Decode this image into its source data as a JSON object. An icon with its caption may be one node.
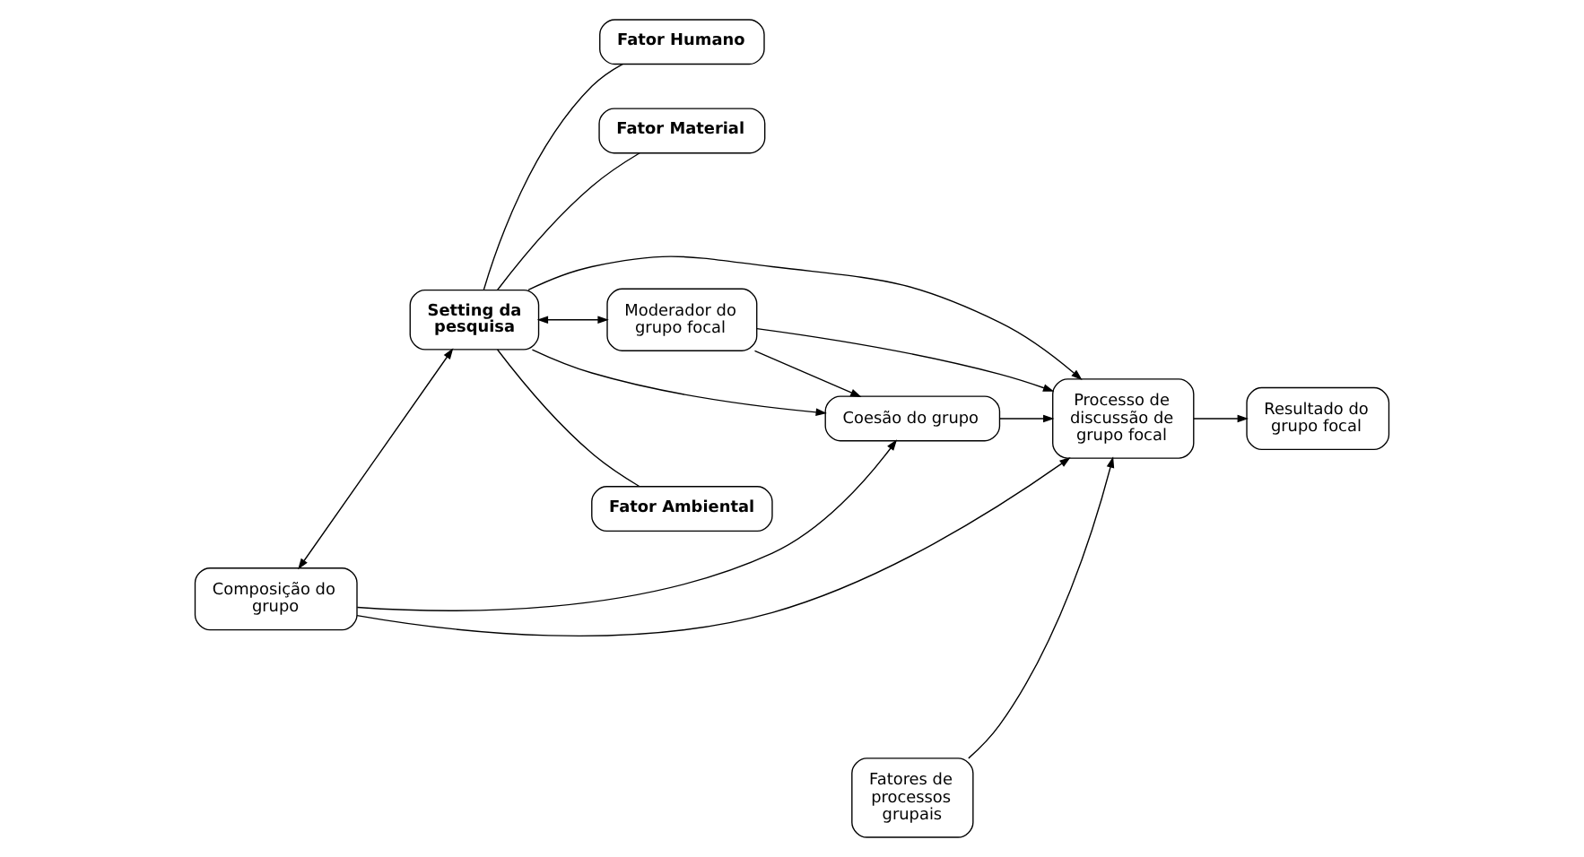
{
  "diagram": {
    "nodes": [
      {
        "text": [
          "Composição do grupo"
        ]
      },
      {
        "text": [
          "Setting da pesquisa"
        ]
      },
      {
        "text": [
          "Coesão do grupo"
        ]
      },
      {
        "text": [
          "Fatores de processos grupais"
        ]
      },
      {
        "text": [
          "Processo de discussão de grupo focal"
        ]
      },
      {
        "text": [
          "Resultado do grupo focal"
        ]
      },
      {
        "text": [
          "Moderador do grupo focal"
        ]
      },
      {
        "text": [
          "Fator Ambiental"
        ]
      },
      {
        "text": [
          "Fator Humano"
        ]
      },
      {
        "text": [
          "Fator Material"
        ]
      }
    ],
    "edges": [
      {
        "from": 0,
        "to": 1,
        "arrow": "both"
      },
      {
        "from": 0,
        "to": 2,
        "arrow": "to"
      },
      {
        "from": 1,
        "to": 2,
        "arrow": "to"
      },
      {
        "from": 0,
        "to": 4,
        "arrow": "to"
      },
      {
        "from": 2,
        "to": 4,
        "arrow": "to"
      },
      {
        "from": 3,
        "to": 4,
        "arrow": "to"
      },
      {
        "from": 4,
        "to": 5,
        "arrow": "to"
      },
      {
        "from": 6,
        "to": 4,
        "arrow": "to"
      },
      {
        "from": 1,
        "to": 4,
        "arrow": "to"
      },
      {
        "from": 6,
        "to": 2,
        "arrow": "to"
      },
      {
        "from": 1,
        "to": 6,
        "arrow": "both"
      },
      {
        "from": 1,
        "to": 7,
        "arrow": "none"
      },
      {
        "from": 1,
        "to": 8,
        "arrow": "none"
      },
      {
        "from": 1,
        "to": 9,
        "arrow": "none"
      }
    ]
  }
}
